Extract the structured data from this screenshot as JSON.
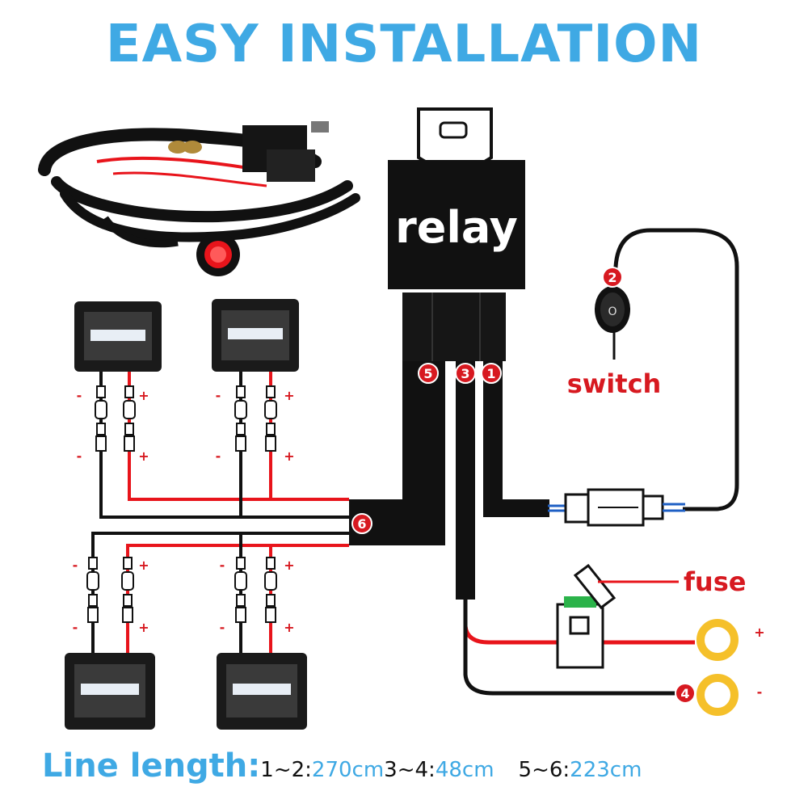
{
  "title": "EASY INSTALLATION",
  "relay_label": "relay",
  "switch_label": "switch",
  "fuse_label": "fuse",
  "switch_mark": "O",
  "pins": [
    "1",
    "2",
    "3",
    "4",
    "5",
    "6"
  ],
  "polarity": {
    "plus": "+",
    "minus": "-"
  },
  "line_length": {
    "label": "Line length:",
    "segments": [
      {
        "range": "1~2:",
        "value": "270cm"
      },
      {
        "range": "3~4:",
        "value": "48cm"
      },
      {
        "range": "5~6:",
        "value": "223cm"
      }
    ]
  },
  "colors": {
    "title_blue": "#3fa9e4",
    "wire_red": "#e8141b",
    "wire_black": "#111111",
    "pin_red": "#d71920",
    "ring_yellow": "#f5c02a",
    "fuse_green": "#2bb34a"
  }
}
